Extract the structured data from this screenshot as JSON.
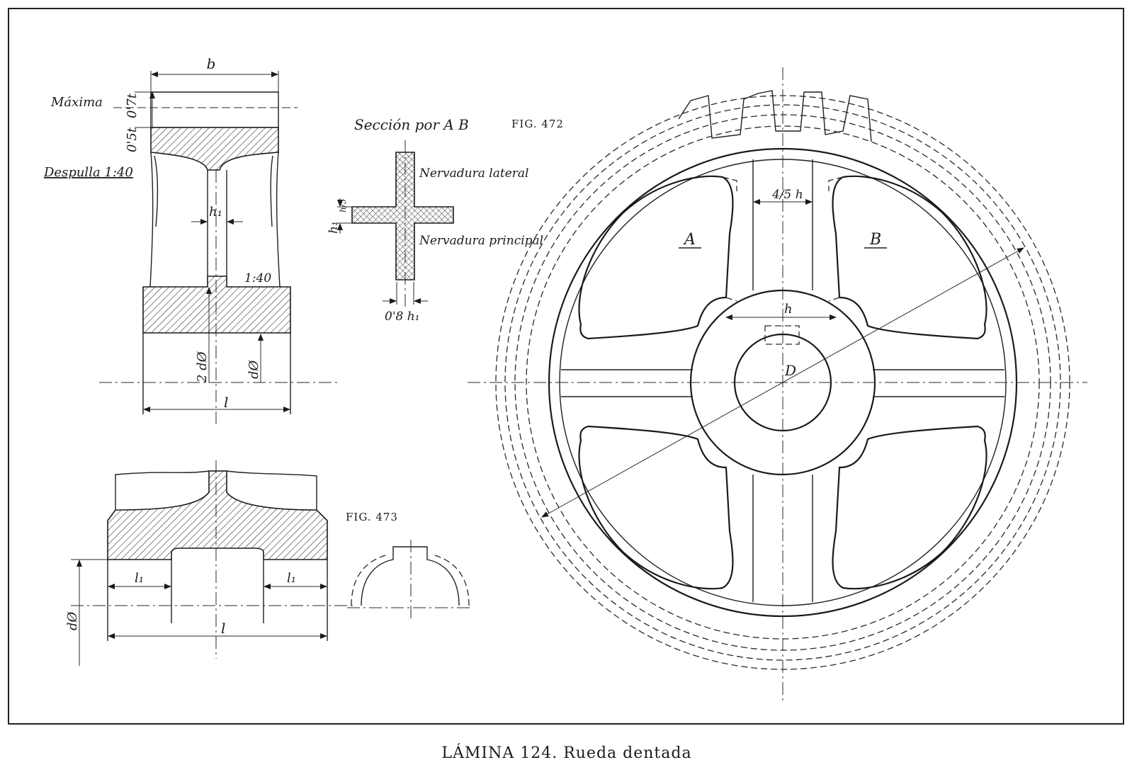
{
  "caption": "LÁMINA 124. Rueda dentada",
  "fig472": {
    "number": "FIG. 472",
    "section_title": "Sección por A B",
    "label_A": "A",
    "label_B": "B",
    "label_h_hub": "h",
    "label_spoke_width": "4/5 h",
    "label_D": "D",
    "rib_lateral": "Nervadura lateral",
    "rib_main": "Nervadura principal",
    "section_h1": "h₁",
    "section_h1_frac": "h/5",
    "section_thickness": "0'8 h₁"
  },
  "rim_section": {
    "label_b": "b",
    "label_max": "Máxima",
    "label_07t": "0'7t",
    "label_05t": "0'5t",
    "label_draft": "Despulla 1:40",
    "label_h1": "h₁",
    "label_140": "1:40",
    "label_2d": "2 dØ",
    "label_d": "dØ",
    "label_l": "l"
  },
  "fig473": {
    "number": "FIG. 473",
    "label_l1_left": "l₁",
    "label_l1_right": "l₁",
    "label_l": "l",
    "label_d": "dØ"
  }
}
